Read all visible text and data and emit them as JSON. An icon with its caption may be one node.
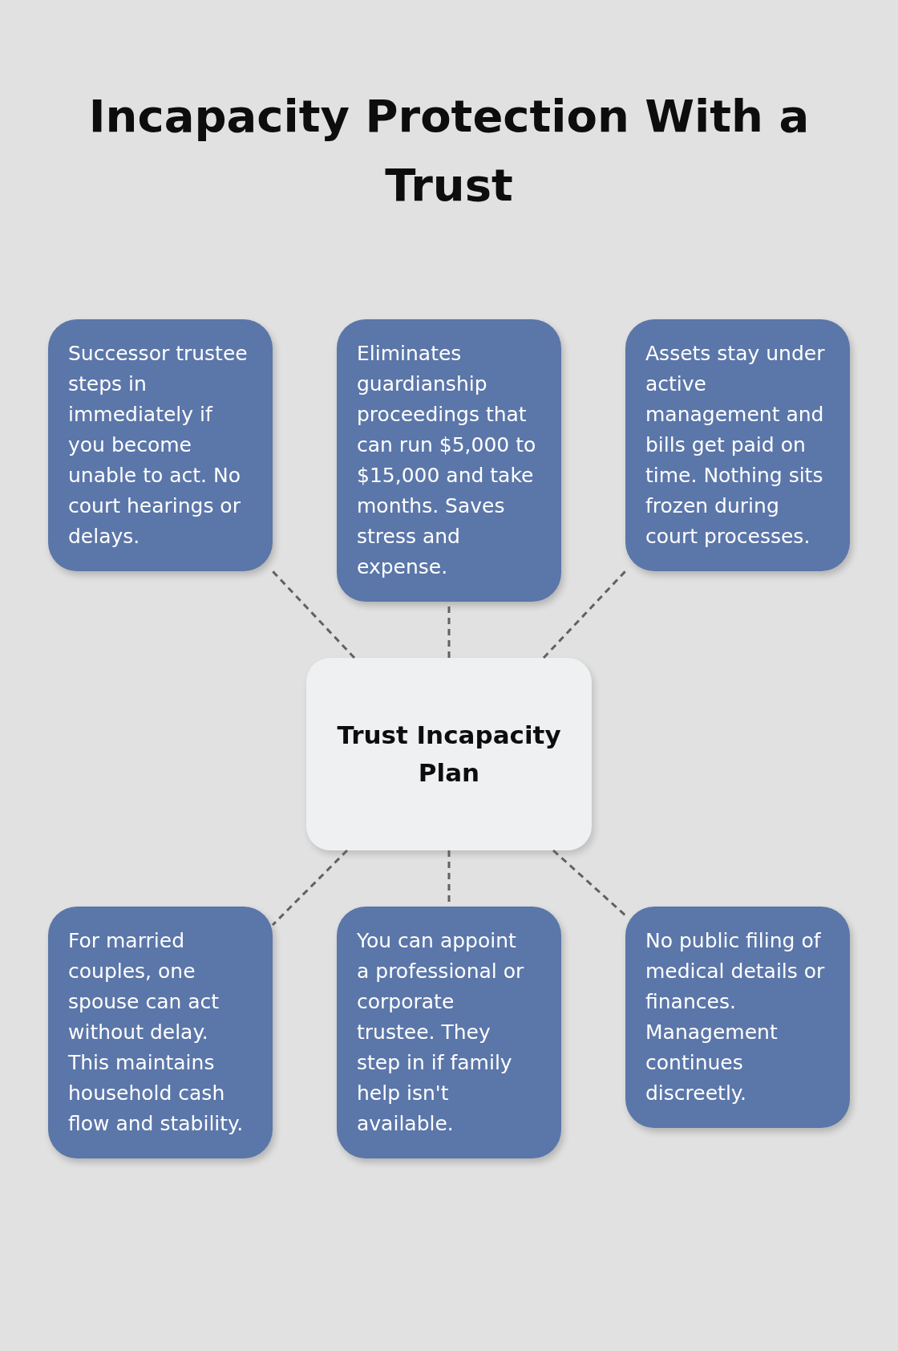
{
  "diagram": {
    "title": "Incapacity Protection With a Trust",
    "nodes": [
      {
        "text": [
          "Successor trustee steps in immediately if you become unable to act. No court hearings or delays."
        ]
      },
      {
        "text": [
          "Eliminates guardianship proceedings that can run $5,000 to $15,000 and take months. Saves stress and expense."
        ]
      },
      {
        "text": [
          "Assets stay under active management and bills get paid on time. Nothing sits frozen during court processes."
        ]
      },
      {
        "text": [
          "Trust Incapacity Plan"
        ]
      },
      {
        "text": [
          "For married couples, one spouse can act without delay. This maintains household cash flow and stability."
        ]
      },
      {
        "text": [
          "You can appoint a professional or corporate trustee. They step in if family help isn't available."
        ]
      },
      {
        "text": [
          "No public filing of medical details or finances. Management continues discreetly."
        ]
      }
    ],
    "edges": [
      {
        "from": 3,
        "to": 0,
        "arrow": "none",
        "style": "dashed"
      },
      {
        "from": 3,
        "to": 1,
        "arrow": "none",
        "style": "dashed"
      },
      {
        "from": 3,
        "to": 2,
        "arrow": "none",
        "style": "dashed"
      },
      {
        "from": 3,
        "to": 4,
        "arrow": "none",
        "style": "dashed"
      },
      {
        "from": 3,
        "to": 5,
        "arrow": "none",
        "style": "dashed"
      },
      {
        "from": 3,
        "to": 6,
        "arrow": "none",
        "style": "dashed"
      }
    ]
  }
}
